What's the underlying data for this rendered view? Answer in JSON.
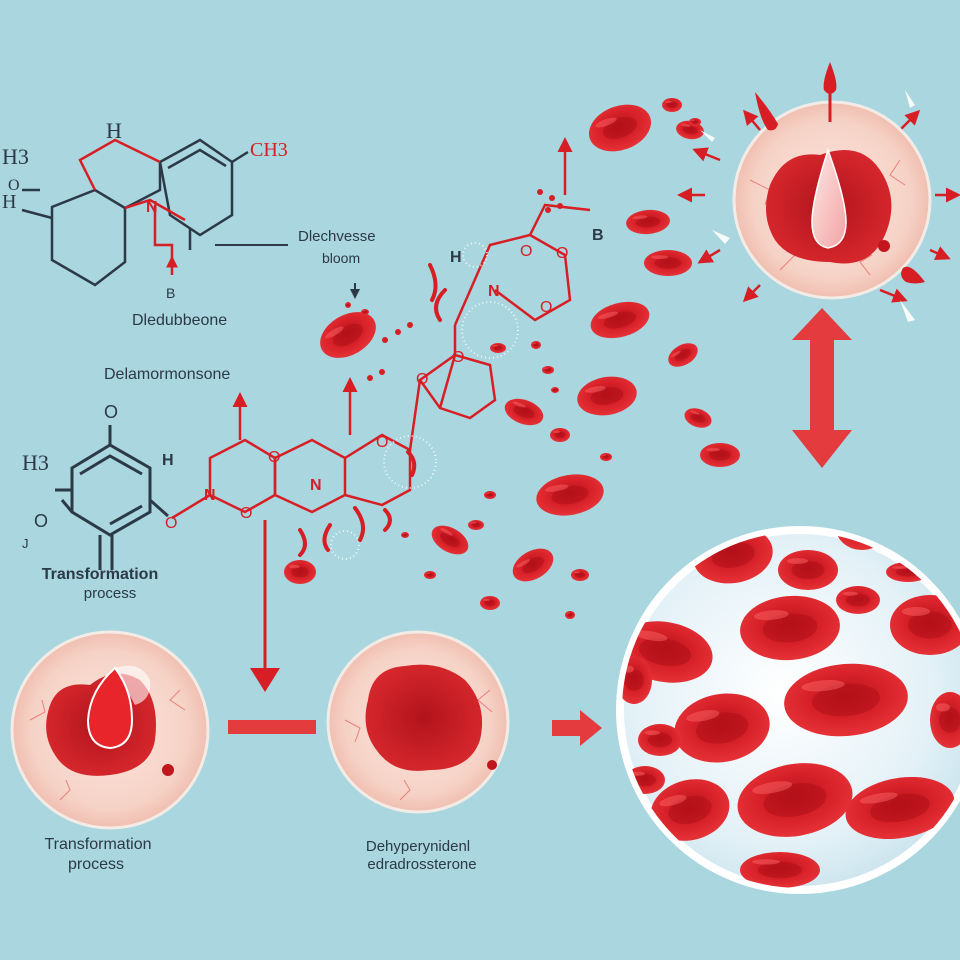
{
  "labels": {
    "top_molecule": "Dledubbeone",
    "callout": [
      "Dlechvesse",
      "bloom"
    ],
    "mid_molecule": "Delamormonsone",
    "left_process": [
      "Transformation",
      "process"
    ],
    "bottom_process": [
      "Transformation",
      "process"
    ],
    "bottom_middle": [
      "Dehyperynidenl",
      "edradrossterone"
    ]
  },
  "atoms": {
    "top_h3": "H3",
    "top_h": "H",
    "top_ch3": "CH3",
    "top_n": "N",
    "top_b": "B",
    "left_h3": "H3",
    "left_o_top": "O",
    "left_o": "O",
    "left_j": "J",
    "chain_h": "H",
    "chain_n": "N",
    "chain_o": "O",
    "chain_b": "B"
  },
  "colors": {
    "background": "#a9d6df",
    "blood_red": "#d81e25",
    "dark_red": "#b3121b",
    "tissue_pink": "#f7d7cc",
    "text": "#2c3946"
  }
}
